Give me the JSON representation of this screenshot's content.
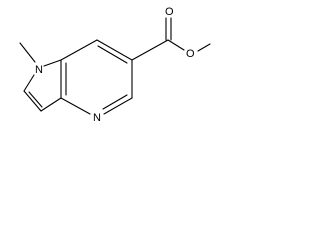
{
  "molecule": {
    "labels": {
      "ring_nitrogen": "N",
      "pyridine_nitrogen": "N",
      "carbonyl_oxygen": "O",
      "ester_oxygen": "O"
    },
    "line_color": "#000000",
    "background_color": "#ffffff"
  }
}
